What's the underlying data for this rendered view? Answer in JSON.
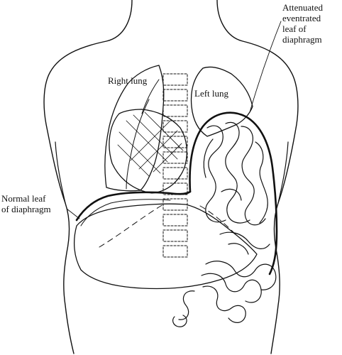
{
  "labels": {
    "attenuated": {
      "line1": "Attenuated",
      "line2": "eventrated",
      "line3": "leaf of",
      "line4": "diaphragm"
    },
    "normal": {
      "line1": "Normal leaf",
      "line2": "of diaphragm"
    },
    "right_lung": "Right lung",
    "left_lung": "Left lung"
  },
  "colors": {
    "ink": "#111111",
    "background": "#ffffff"
  }
}
